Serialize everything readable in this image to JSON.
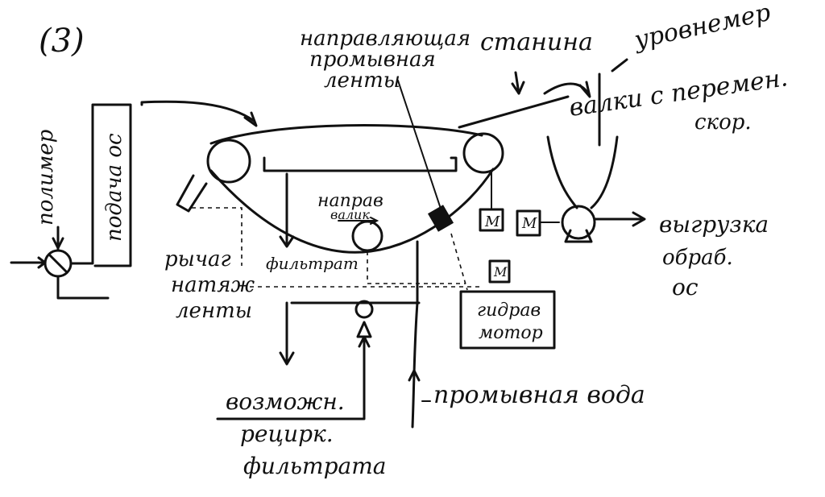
{
  "diagram": {
    "number": "(3)",
    "labels": {
      "polymer": "полимер",
      "feed_sludge": "подача ос",
      "tension_lever": [
        "рычаг",
        "натяж",
        "ленты"
      ],
      "filtrate": "фильтрат",
      "possible_recirc": [
        "возможн.",
        "рецирк.",
        "фильтрата"
      ],
      "guide_belt_wash": [
        "направляющая",
        "промывная",
        "ленты"
      ],
      "frame": "станина",
      "guide_roller": [
        "направ",
        "валик"
      ],
      "hydro_motor": [
        "гидрав",
        "мотор"
      ],
      "wash_water": "промывная вода",
      "level_meter": "уровнемер",
      "var_speed_rollers": [
        "валки с перемен.",
        "скор."
      ],
      "sludge_discharge": [
        "выгрузка",
        "обраб.",
        "ос"
      ],
      "motor_a": "M",
      "motor_b": "M",
      "motor_c": "M"
    }
  }
}
